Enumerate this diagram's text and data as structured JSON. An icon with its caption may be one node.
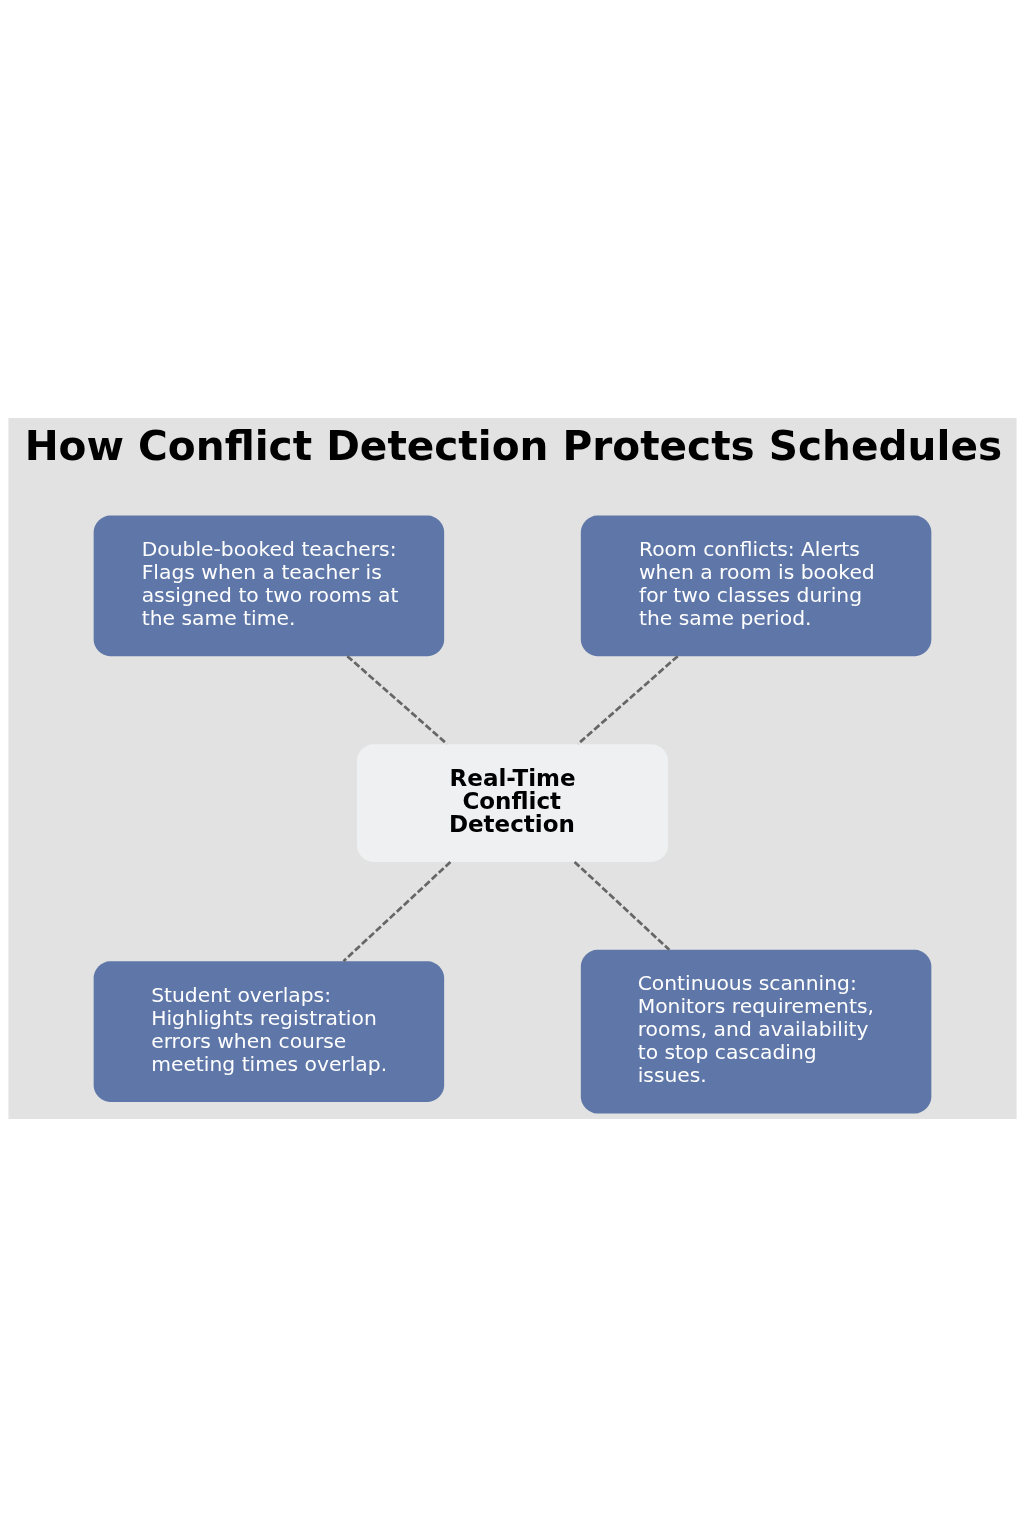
{
  "diagram": {
    "title": "How Conflict Detection Protects Schedules",
    "nodes": [
      {
        "text": [
          "Double-booked teachers: Flags when a teacher is assigned to two rooms at the same time."
        ]
      },
      {
        "text": [
          "Room conflicts: Alerts when a room is booked for two classes during the same period."
        ]
      },
      {
        "text": [
          "Real-Time Conflict Detection"
        ]
      },
      {
        "text": [
          "Student overlaps: Highlights registration errors when course meeting times overlap."
        ]
      },
      {
        "text": [
          "Continuous scanning: Monitors requirements, rooms, and availability to stop cascading issues."
        ]
      }
    ],
    "edges": [
      {
        "from": 0,
        "to": 2,
        "arrow": "none",
        "style": "dashed"
      },
      {
        "from": 1,
        "to": 2,
        "arrow": "none",
        "style": "dashed"
      },
      {
        "from": 2,
        "to": 3,
        "arrow": "none",
        "style": "dashed"
      },
      {
        "from": 2,
        "to": 4,
        "arrow": "none",
        "style": "dashed"
      }
    ]
  }
}
